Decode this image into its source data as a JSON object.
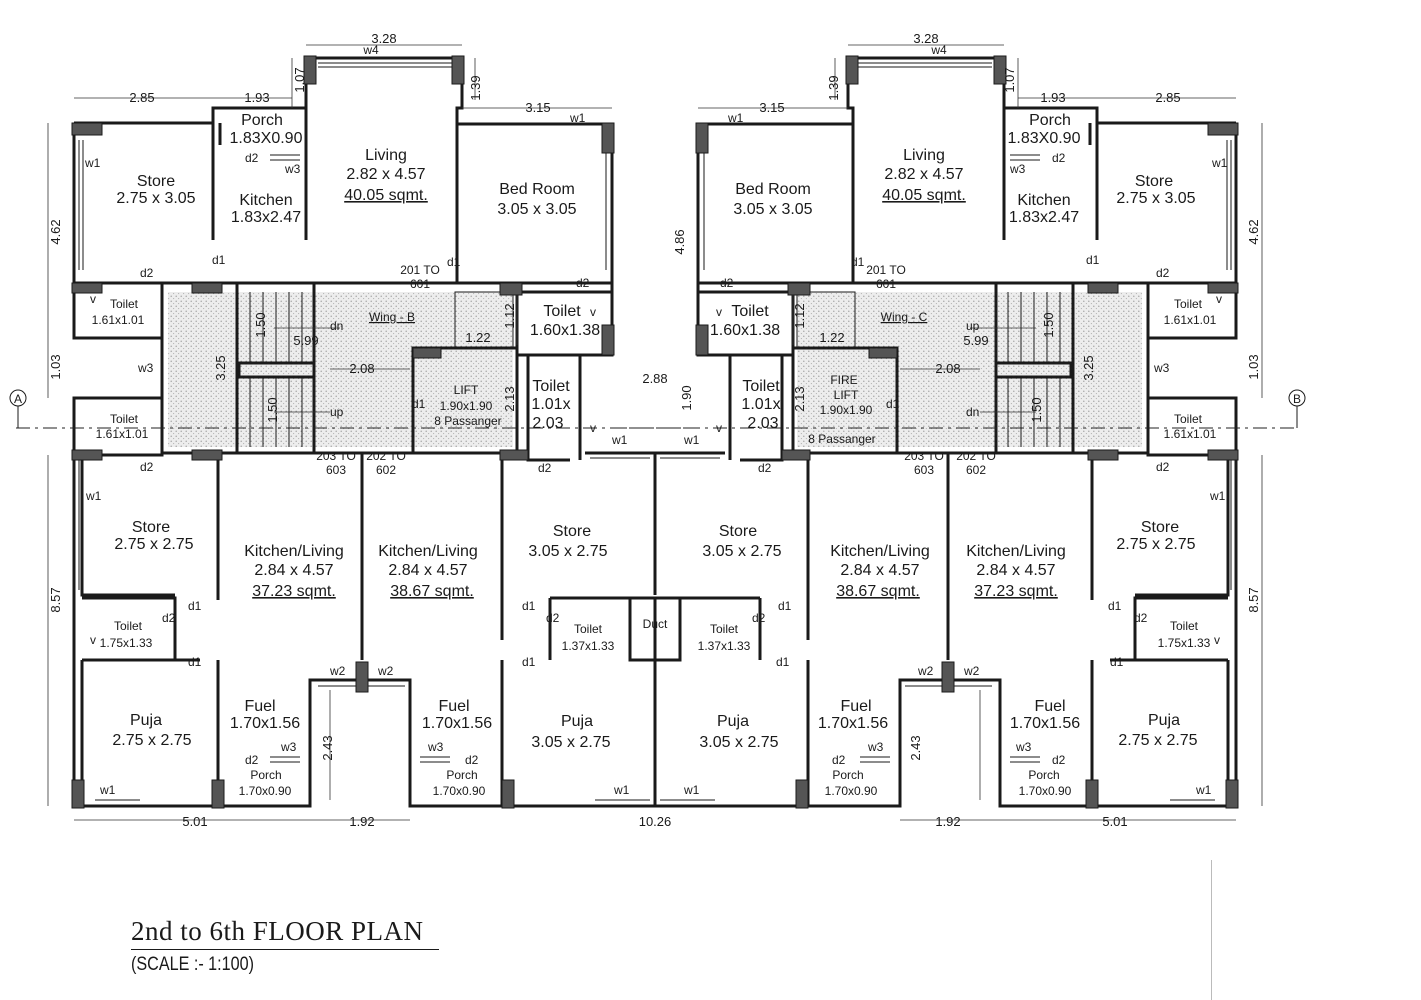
{
  "title": "2nd to 6th  FLOOR  PLAN",
  "scale": "(SCALE :- 1:100)",
  "axis_markers": [
    "A",
    "B"
  ],
  "wings": [
    "Wing - B",
    "Wing - C"
  ],
  "rooms": {
    "porch_top": {
      "name": "Porch",
      "size": "1.83X0.90"
    },
    "living": {
      "name": "Living",
      "size": "2.82 x 4.57",
      "area": "40.05 sqmt."
    },
    "store_top": {
      "name": "Store",
      "size": "2.75 x 3.05"
    },
    "kitchen_top": {
      "name": "Kitchen",
      "size": "1.83x2.47"
    },
    "bed_room": {
      "name": "Bed Room",
      "size": "3.05 x 3.05"
    },
    "toilet_a": {
      "name": "Toilet",
      "size": "1.61x1.01"
    },
    "toilet_b": {
      "name": "Toilet",
      "size": "1.60x1.38"
    },
    "toilet_c_name": "Toilet",
    "toilet_c_l1": "1.01x",
    "toilet_c_l2": "2.03",
    "lift": {
      "name": "LIFT",
      "size": "1.90x1.90",
      "cap": "8 Passanger"
    },
    "fire_lift": {
      "name1": "FIRE",
      "name2": "LIFT",
      "size": "1.90x1.90",
      "cap": "8 Passanger"
    },
    "store_mid": {
      "name": "Store",
      "size": "2.75 x 2.75"
    },
    "kitliv_a": {
      "name": "Kitchen/Living",
      "size": "2.84 x 4.57",
      "area": "37.23 sqmt."
    },
    "kitliv_b": {
      "name": "Kitchen/Living",
      "size": "2.84 x 4.57",
      "area": "38.67 sqmt."
    },
    "store_c": {
      "name": "Store",
      "size": "3.05 x 2.75"
    },
    "toilet_d": {
      "name": "Toilet",
      "size": "1.75x1.33"
    },
    "toilet_e": {
      "name": "Toilet",
      "size": "1.37x1.33"
    },
    "duct": "Duct",
    "puja_a": {
      "name": "Puja",
      "size": "2.75 x 2.75"
    },
    "puja_b": {
      "name": "Puja",
      "size": "3.05 x 2.75"
    },
    "fuel": {
      "name": "Fuel",
      "size": "1.70x1.56"
    },
    "porch_bot": {
      "name": "Porch",
      "size": "1.70x0.90"
    }
  },
  "tags": {
    "w1": "w1",
    "w2": "w2",
    "w3": "w3",
    "w4": "w4",
    "d1": "d1",
    "d2": "d2",
    "v": "v",
    "up": "up",
    "dn": "dn",
    "flats_a1": "201 TO",
    "flats_a2": "601",
    "flats_b1": "203 TO",
    "flats_b2": "603",
    "flats_c1": "202 TO",
    "flats_c2": "602"
  },
  "dims": {
    "d328": "3.28",
    "d285": "2.85",
    "d193": "1.93",
    "d315": "3.15",
    "d107": "1.07",
    "d139": "1.39",
    "d462": "4.62",
    "d486": "4.86",
    "d103": "1.03",
    "d857": "8.57",
    "d599": "5.99",
    "d208": "2.08",
    "d122": "1.22",
    "d112": "1.12",
    "d213": "2.13",
    "d150": "1.50",
    "d325": "3.25",
    "d288": "2.88",
    "d190": "1.90",
    "d243": "2.43",
    "d501": "5.01",
    "d192": "1.92",
    "d1026": "10.26"
  },
  "colors": {
    "ink": "#1a1a1a",
    "column": "#555555",
    "hatch": "#9a9a9a"
  }
}
